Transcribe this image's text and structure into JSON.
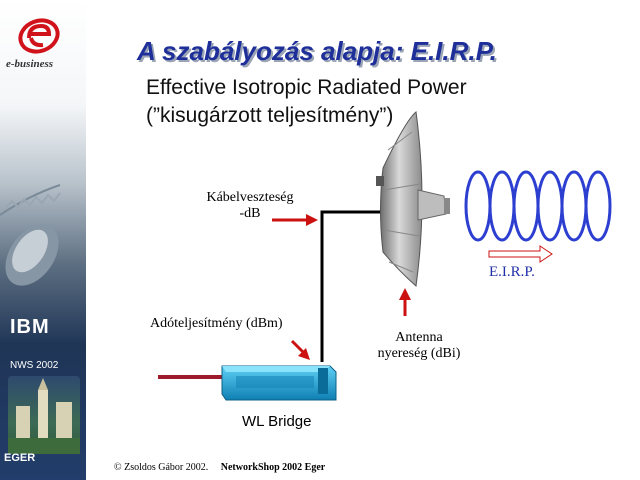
{
  "sidebar": {
    "brand_text": "e-business",
    "ibm_logo_text": "IBM",
    "event_badge": "NWS 2002",
    "city_label": "EGER"
  },
  "slide": {
    "title": "A szabályozás alapja: E.I.R.P.",
    "subtitle_line1": "Effective Isotropic Radiated Power",
    "subtitle_line2": "(”kisugárzott teljesítmény”)"
  },
  "diagram": {
    "cable_loss_line1": "Kábelveszteség",
    "cable_loss_line2": "-dB",
    "tx_power": "Adóteljesítmény (dBm)",
    "antenna_gain_line1": "Antenna",
    "antenna_gain_line2": "nyereség (dBi)",
    "eirp_label": "E.I.R.P.",
    "device_label": "WL Bridge"
  },
  "footer": {
    "copyright": "© Zsoldos Gábor 2002.",
    "event": "NetworkShop 2002 Eger"
  },
  "colors": {
    "title": "#1e2f9a",
    "arrow": "#cc1111",
    "wave": "#2c3fd0",
    "bridge": "#1fa3d8"
  }
}
